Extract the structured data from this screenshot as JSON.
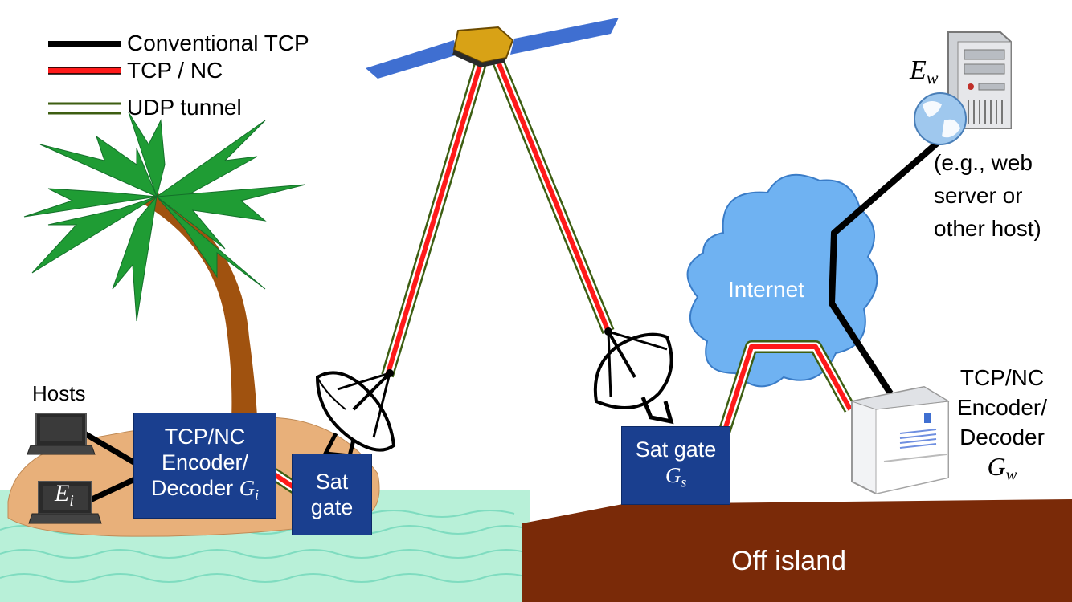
{
  "legend": {
    "items": [
      {
        "label": "Conventional TCP",
        "style": "black",
        "color": "#000000"
      },
      {
        "label": "TCP / NC",
        "style": "red",
        "color": "#ff1a1a"
      },
      {
        "label": "UDP tunnel",
        "style": "double",
        "color": "#3d5e12"
      }
    ]
  },
  "labels": {
    "hosts": "Hosts",
    "ei_main": "E",
    "ei_sub": "i",
    "ew_main": "E",
    "ew_sub": "w",
    "ew_desc_1": "(e.g., web",
    "ew_desc_2": "server or",
    "ew_desc_3": "other host)",
    "internet": "Internet",
    "off_island": "Off island",
    "gw_enc_1": "TCP/NC",
    "gw_enc_2": "Encoder/",
    "gw_enc_3": "Decoder",
    "gw_main": "G",
    "gw_sub": "w"
  },
  "boxes": {
    "gi_line1": "TCP/NC",
    "gi_line2": "Encoder/",
    "gi_line3": "Decoder ",
    "gi_main": "G",
    "gi_sub": "i",
    "satgate_i_1": "Sat",
    "satgate_i_2": "gate",
    "satgate_s_1": "Sat gate",
    "satgate_s_main": "G",
    "satgate_s_sub": "s"
  },
  "colors": {
    "box_blue": "#1a3f8f",
    "cloud": "#6fb2f2",
    "sand": "#e8b07a",
    "sea": "#b8f0d8",
    "land": "#7a2a08",
    "trunk": "#a0520f",
    "leaves": "#1f9c34"
  },
  "icons": [
    "satellite-icon",
    "satellite-dish-icon",
    "laptop-icon",
    "server-icon",
    "globe-icon",
    "palm-tree-icon",
    "cloud-icon"
  ]
}
